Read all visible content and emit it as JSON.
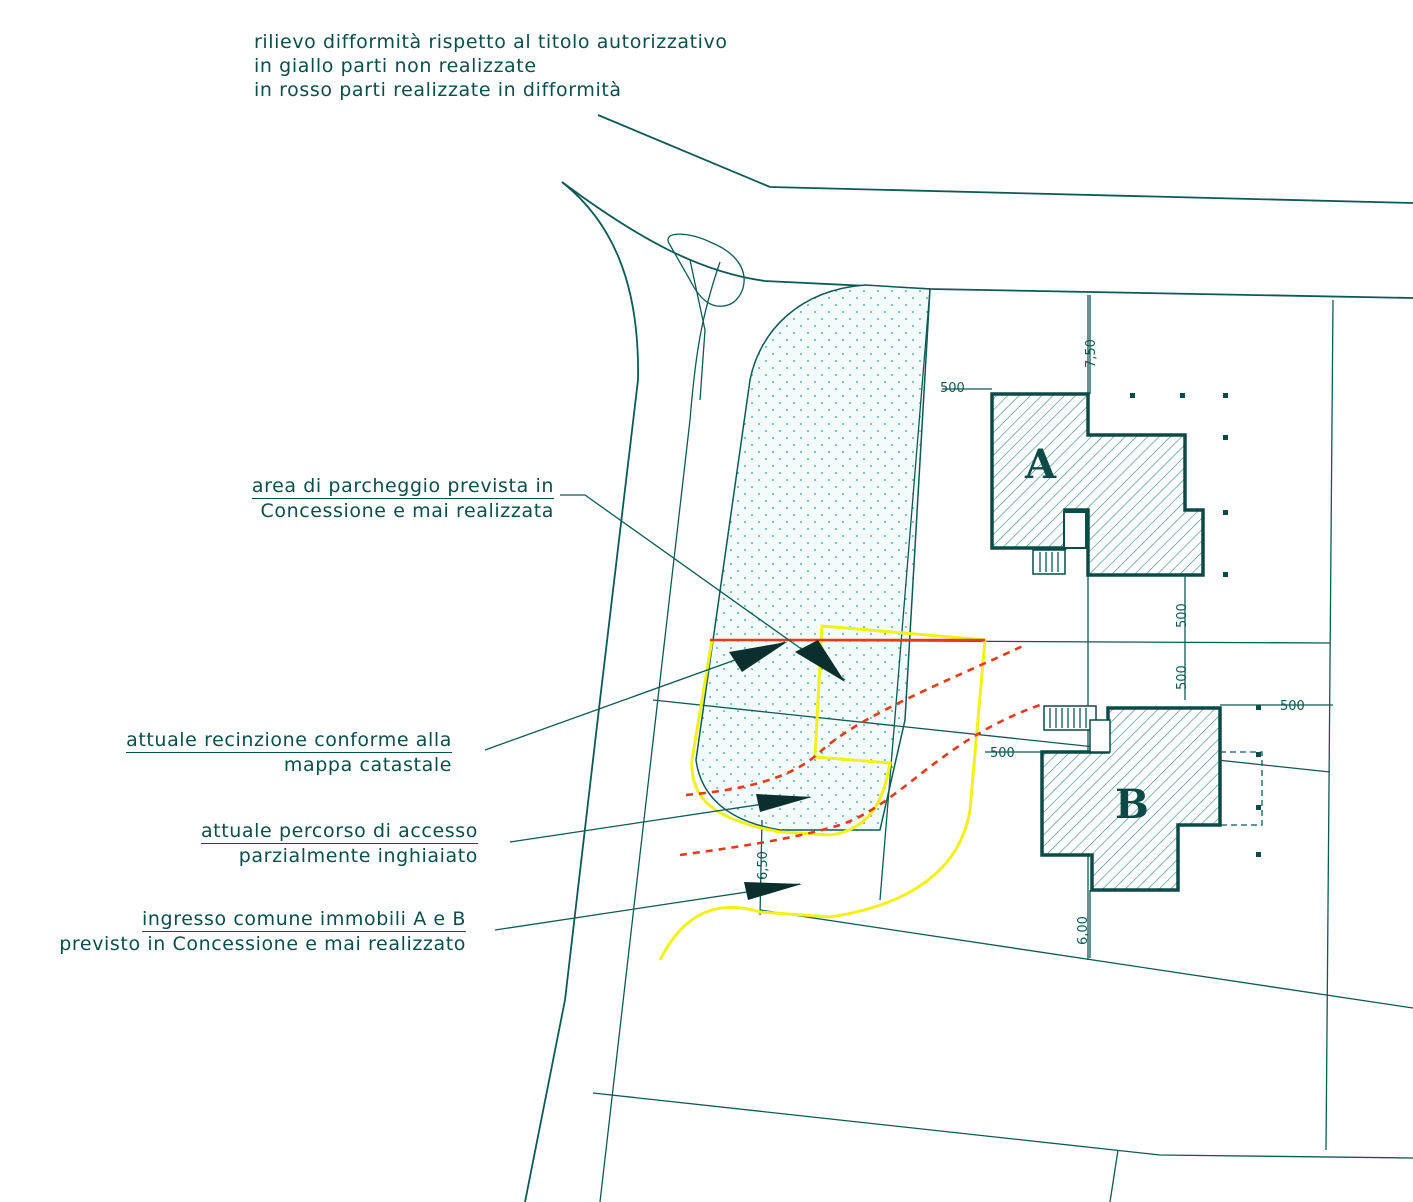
{
  "legend": {
    "line1": "rilievo difformità rispetto al titolo autorizzativo",
    "line2": "in giallo parti non realizzate",
    "line3": "in rosso parti realizzate in difformità"
  },
  "annotations": {
    "parking_1": "area di parcheggio prevista in",
    "parking_2": "Concessione e mai realizzata",
    "fence_1": "attuale recinzione conforme alla",
    "fence_2": "mappa catastale",
    "path_1": "attuale percorso di accesso",
    "path_2": "parzialmente inghiaiato",
    "entrance_1": "ingresso comune immobili A e B",
    "entrance_2": "previsto in Concessione e mai realizzato"
  },
  "buildings": {
    "a": "A",
    "b": "B"
  },
  "dimensions": {
    "a_left": "500",
    "a_top": "7,50",
    "between_upper": "500",
    "between_lower": "500",
    "b_left": "500",
    "b_right": "500",
    "b_bottom": "6,00",
    "entrance": "6,50"
  },
  "colors": {
    "linework": "#0d5a55",
    "not_built": "#f2f21a",
    "built_differently": "#e63a1a",
    "parking_fill": "#8fe3dc"
  }
}
